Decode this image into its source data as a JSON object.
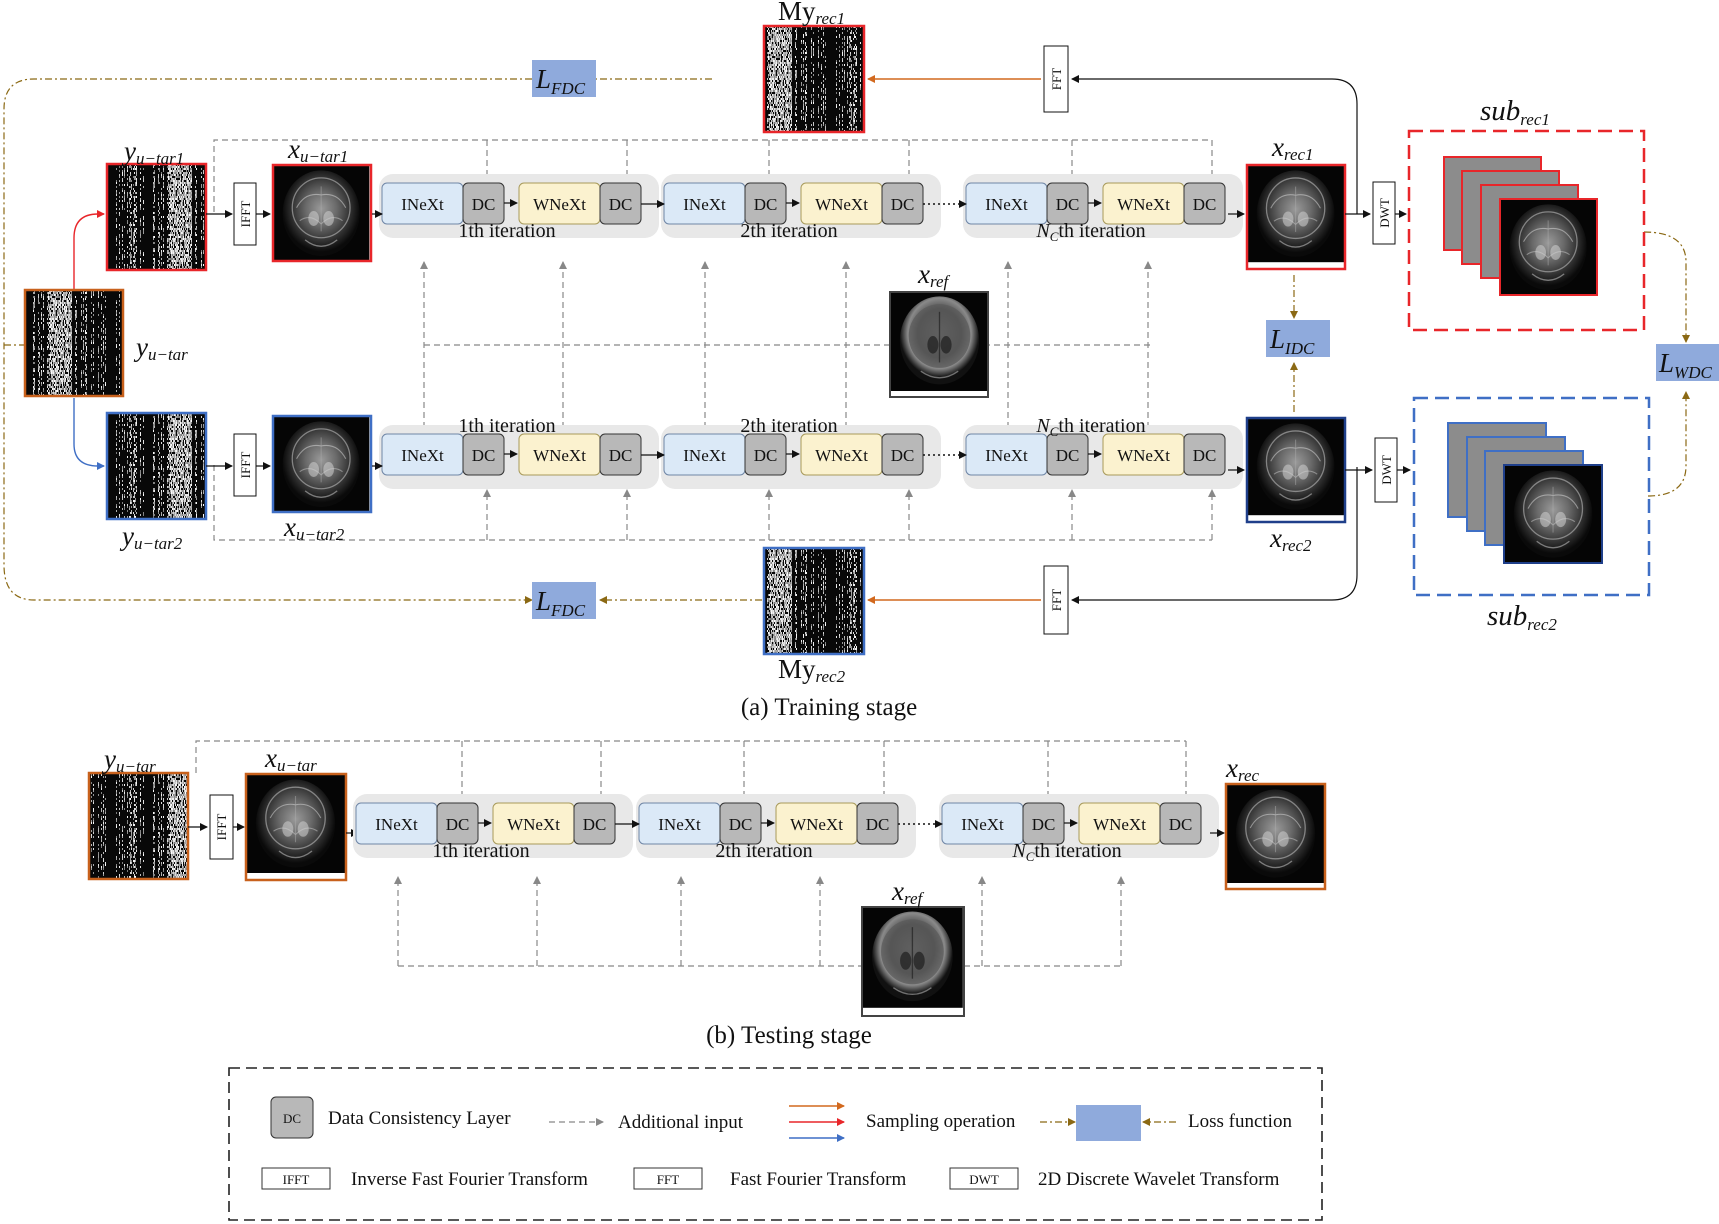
{
  "figure": {
    "training_caption": "(a) Training stage",
    "testing_caption": "(b) Testing stage"
  },
  "labels": {
    "y_u_tar": "y",
    "y_u_tar_sub": "u−tar",
    "y_u_tar1_sub": "u−tar1",
    "y_u_tar2_sub": "u−tar2",
    "x_u_tar1_sub": "u−tar1",
    "x_u_tar2_sub": "u−tar2",
    "x_u_tar_sub": "u−tar",
    "x": "x",
    "x_rec1_sub": "rec1",
    "x_rec2_sub": "rec2",
    "x_rec_sub": "rec",
    "x_ref_sub": "ref",
    "My": "My",
    "my_rec1_sub": "rec1",
    "my_rec2_sub": "rec2",
    "sub": "sub",
    "sub_rec1_sub": "rec1",
    "sub_rec2_sub": "rec2",
    "L": "L",
    "L_FDC_sub": "FDC",
    "L_IDC_sub": "IDC",
    "L_WDC_sub": "WDC"
  },
  "blocks": {
    "inext": "INeXt",
    "dc": "DC",
    "wnext": "WNeXt",
    "ifft": "IFFT",
    "fft": "FFT",
    "dwt": "DWT",
    "iter1": "1th iteration",
    "iter2": "2th iteration",
    "iterN_pre": "N",
    "iterN_sub": "C",
    "iterN_post": "th iteration"
  },
  "legend": {
    "dc_key": "DC",
    "dc_label": "Data Consistency Layer",
    "additional_input": "Additional input",
    "sampling_operation": "Sampling operation",
    "loss_function": "Loss function",
    "ifft_key": "IFFT",
    "ifft_label": "Inverse Fast Fourier Transform",
    "fft_key": "FFT",
    "fft_label": "Fast Fourier Transform",
    "dwt_key": "DWT",
    "dwt_label": "2D Discrete Wavelet Transform"
  },
  "colors": {
    "red_border": "#e8262a",
    "blue_border": "#3f6fc5",
    "orange_border": "#c8611c",
    "inext_fill": "#dbe9f7",
    "wnext_fill": "#fbf2cf",
    "dc_fill": "#b8b8b8",
    "stage_fill": "#e8e8e8",
    "loss_fill": "#8faadc",
    "brown_arrow": "#8b6914",
    "orange_arrow": "#d2691e"
  }
}
